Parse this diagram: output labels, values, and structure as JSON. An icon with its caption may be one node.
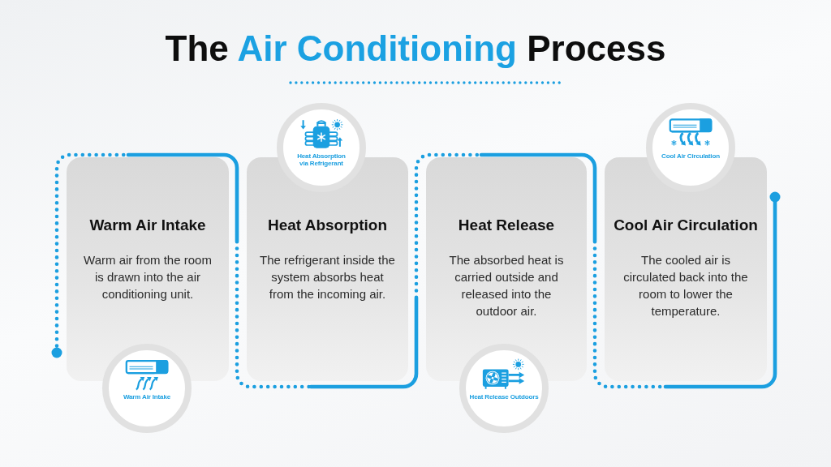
{
  "diagram": {
    "title": "The **Air Conditioning** Process",
    "nodes": [
      {
        "text": [
          "Warm Air Intake",
          "Warm air from the room is drawn into the air conditioning unit."
        ]
      },
      {
        "text": [
          "Warm Air Intake"
        ]
      },
      {
        "text": [
          "Heat Absorption via Refrigerant"
        ]
      },
      {
        "text": [
          "Heat Absorption",
          "The refrigerant inside the system absorbs heat from the incoming air."
        ]
      },
      {
        "text": [
          "Heat Release",
          "The absorbed heat is carried outside and released into the outdoor air."
        ]
      },
      {
        "text": [
          "Heat Release Outdoors"
        ]
      },
      {
        "text": [
          "Cool Air Circulation"
        ]
      },
      {
        "text": [
          "Cool Air Circulation",
          "The cooled air is circulated back into the room to lower the temperature."
        ]
      }
    ],
    "edges": [
      {
        "from": null,
        "to": 0,
        "arrow": "other",
        "style": "dashed"
      },
      {
        "from": 0,
        "to": 3,
        "arrow": "none",
        "style": "dashed"
      },
      {
        "from": 3,
        "to": 4,
        "arrow": "none",
        "style": "dashed"
      },
      {
        "from": 4,
        "to": 7,
        "arrow": "none",
        "style": "dashed"
      },
      {
        "from": 7,
        "to": null,
        "arrow": "other"
      }
    ]
  }
}
